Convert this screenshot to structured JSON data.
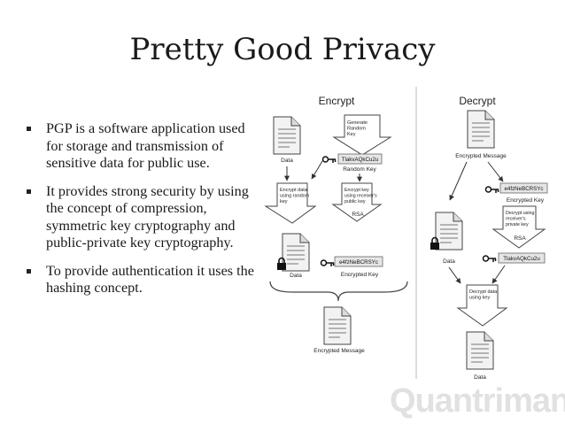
{
  "slide": {
    "title": "Pretty Good Privacy",
    "bullets": [
      "PGP is a software application used for storage and transmission of sensitive data for public use.",
      "It provides strong security by using the concept of compression, symmetric key cryptography and public-private key cryptography.",
      "To provide authentication it uses the hashing concept."
    ]
  },
  "diagram": {
    "encrypt": {
      "heading": "Encrypt",
      "data_label": "Data",
      "generate_lines": [
        "Generate",
        "Random",
        "Key"
      ],
      "random_key_value": "TlakvAQkCu2u",
      "random_key_label": "Random Key",
      "encrypt_data_lines": [
        "Encrypt data",
        "using random",
        "key"
      ],
      "encrypt_key_lines": [
        "Encrypt key",
        "using receiver's",
        "public key"
      ],
      "rsa_label": "RSA",
      "locked_data_label": "Data",
      "encrypted_key_value": "e4fzNeBCRSYc",
      "encrypted_key_label": "Encrypted Key",
      "message_label": "Encrypted Message"
    },
    "decrypt": {
      "heading": "Decrypt",
      "message_label": "Encrypted Message",
      "encrypted_key_value": "e4fzNeBCRSYc",
      "encrypted_key_label": "Encrypted Key",
      "decrypt_key_lines": [
        "Decrypt using",
        "receiver's",
        "private key"
      ],
      "rsa_label": "RSA",
      "locked_data_label": "Data",
      "random_key_value": "TlakvAQkCu2u",
      "decrypt_data_lines": [
        "Decrypt data",
        "using key"
      ],
      "output_label": "Data"
    }
  },
  "watermark": "Quantrimang"
}
